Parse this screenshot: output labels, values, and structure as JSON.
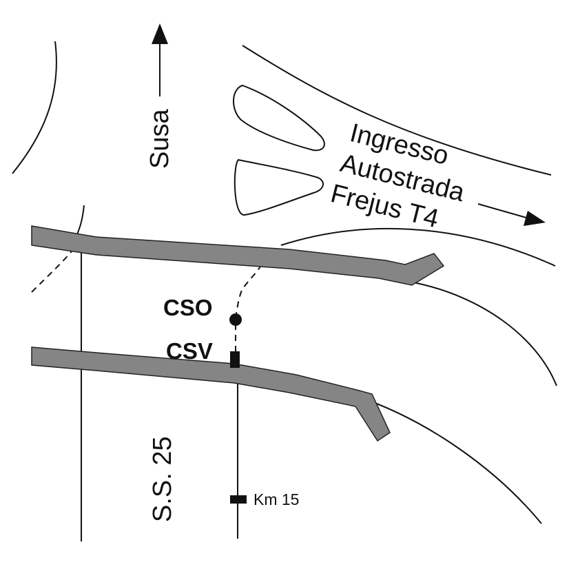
{
  "labels": {
    "susa": "Susa",
    "ingresso": "Ingresso",
    "autostrada": "Autostrada",
    "frejus": "Frejus T4",
    "cso": "CSO",
    "csv": "CSV",
    "ss25": "S.S. 25",
    "km15": "Km 15"
  },
  "colors": {
    "line": "#111111",
    "road_fill": "#858585",
    "road_outline": "#222222",
    "background": "#ffffff"
  }
}
